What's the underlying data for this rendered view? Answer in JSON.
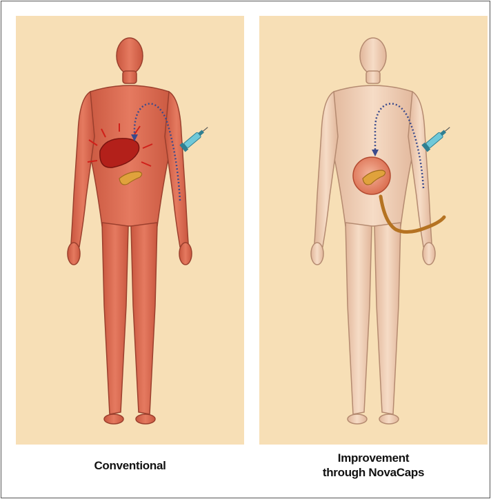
{
  "captions": {
    "left": "Conventional",
    "right_line1": "Improvement",
    "right_line2": "through NovaCaps"
  },
  "colors": {
    "panel_background": "#f7dfb6",
    "body_conventional": "#e0725a",
    "body_improved": "#f0cdb4",
    "liver": "#b3201a",
    "pancreas": "#e0a23c",
    "capsule": "#e9886a",
    "catheter": "#b57322",
    "injection_path": "#3a4a8c"
  }
}
